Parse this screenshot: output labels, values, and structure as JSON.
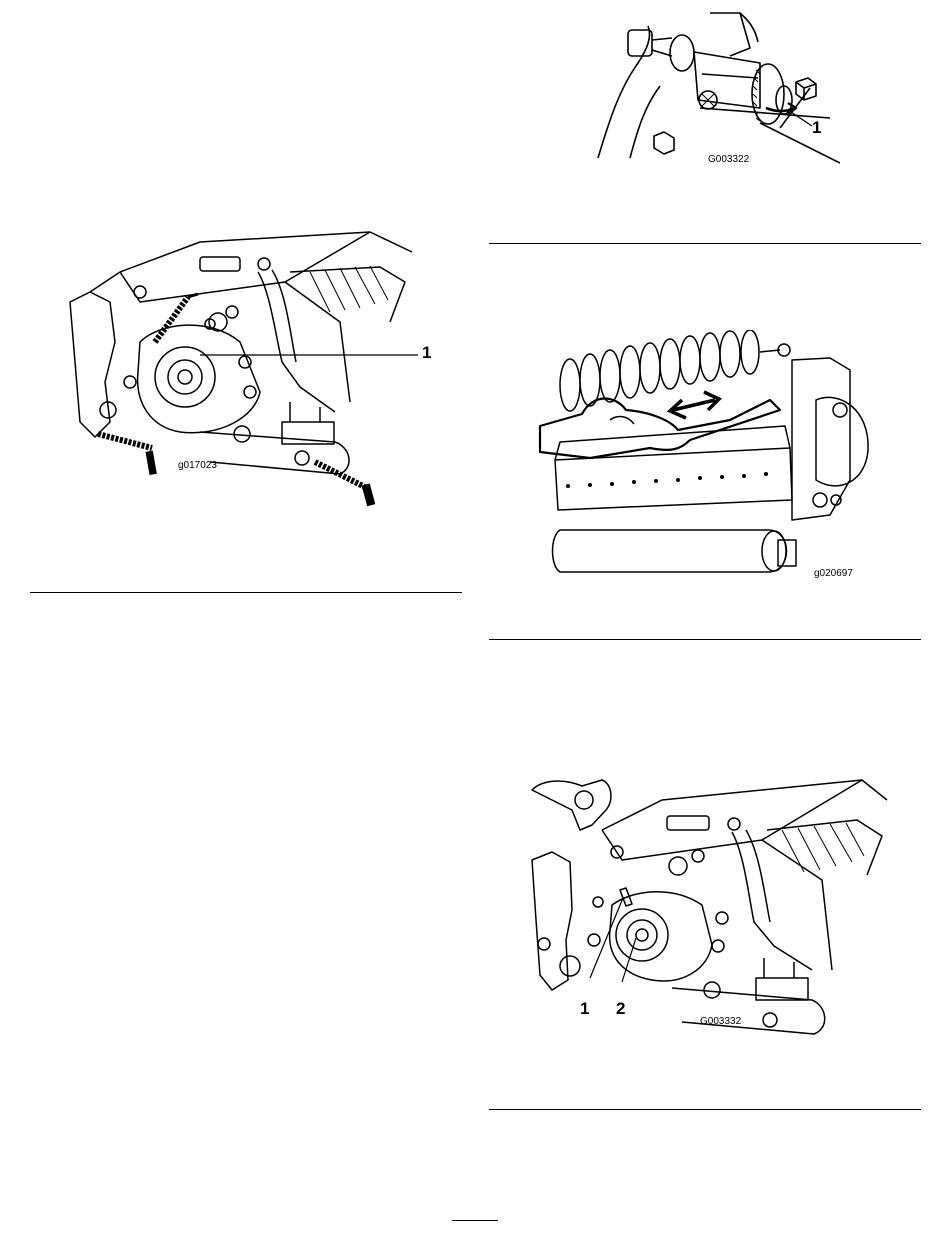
{
  "figures": [
    {
      "id": "fig-reel-side-springs",
      "code": "g017023",
      "callouts": [
        "1"
      ]
    },
    {
      "id": "fig-adjuster-knob",
      "code": "G003322",
      "callouts": [
        "1"
      ]
    },
    {
      "id": "fig-backlapping-brush",
      "code": "g020697",
      "callouts": []
    },
    {
      "id": "fig-reel-bearing",
      "code": "G003332",
      "callouts": [
        "1",
        "2"
      ]
    }
  ]
}
